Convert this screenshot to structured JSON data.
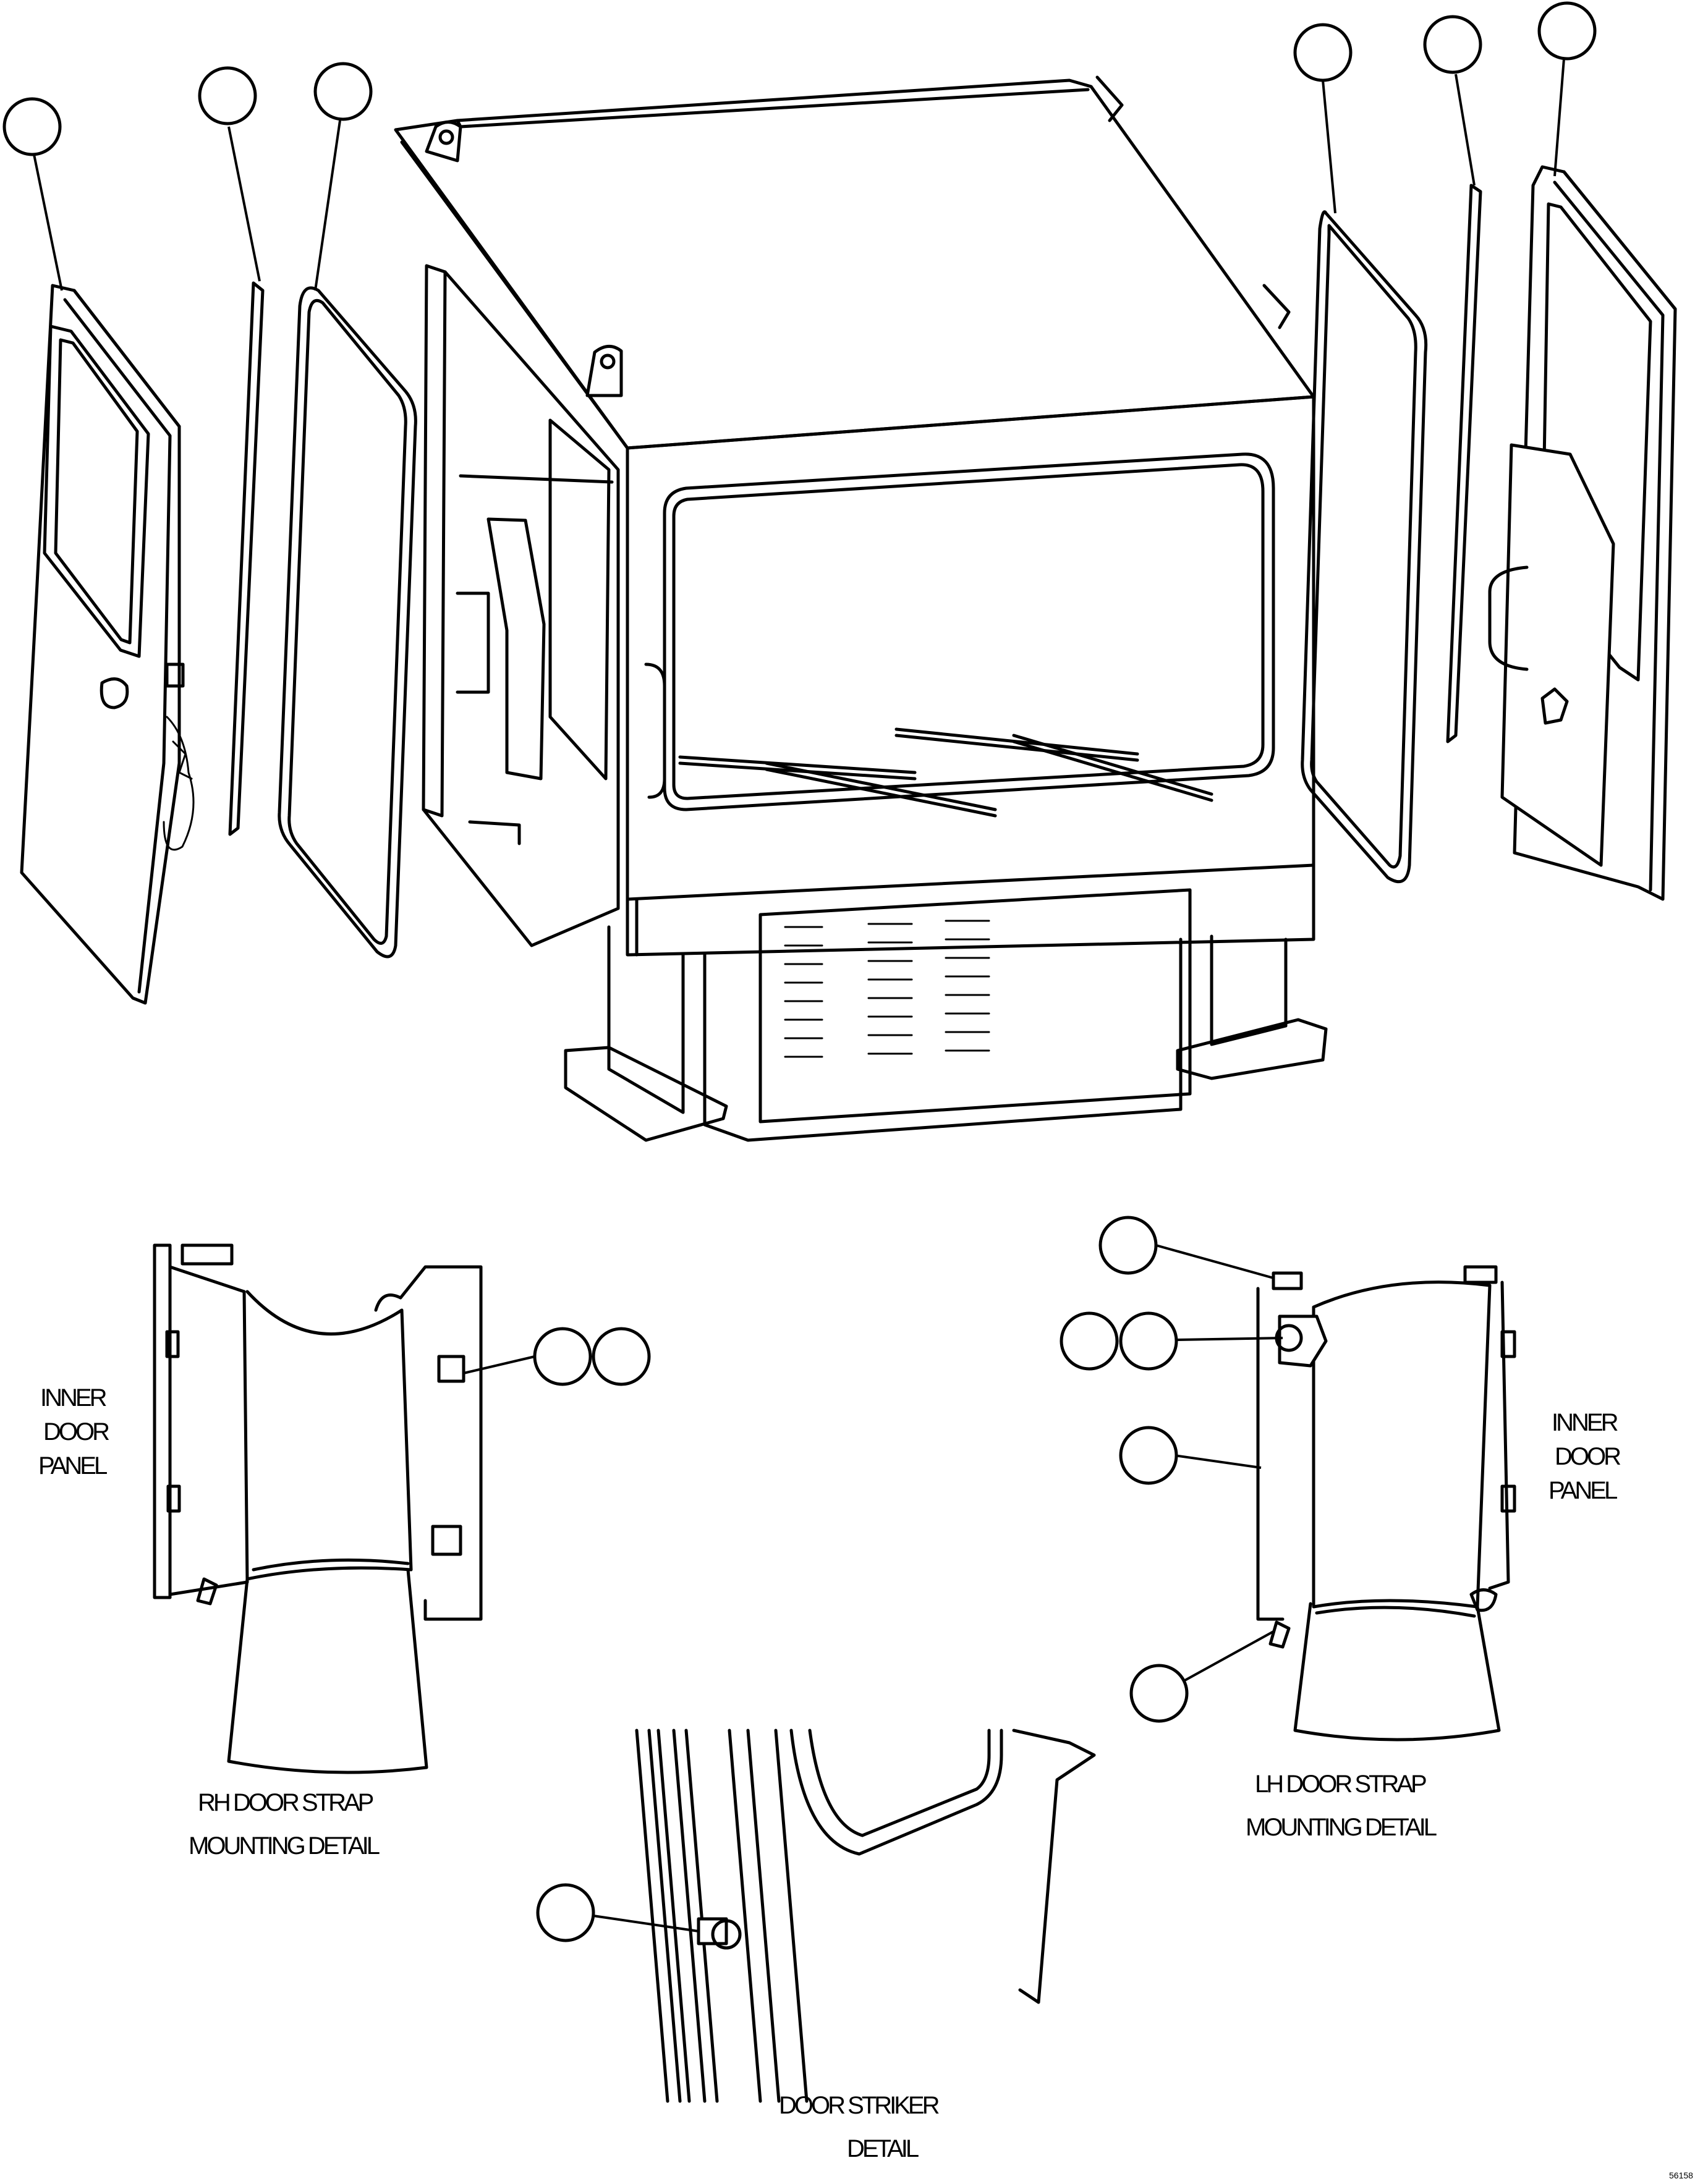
{
  "labels": {
    "rh_inner_line1": "INNER",
    "rh_inner_line2": "DOOR",
    "rh_inner_line3": "PANEL",
    "lh_inner_line1": "INNER",
    "lh_inner_line2": "DOOR",
    "lh_inner_line3": "PANEL",
    "rh_detail_line1": "RH DOOR STRAP",
    "rh_detail_line2": "MOUNTING DETAIL",
    "lh_detail_line1": "LH DOOR STRAP",
    "lh_detail_line2": "MOUNTING DETAIL",
    "striker_line1": "DOOR STRIKER",
    "striker_line2": "DETAIL",
    "drawing_number": "56158"
  }
}
